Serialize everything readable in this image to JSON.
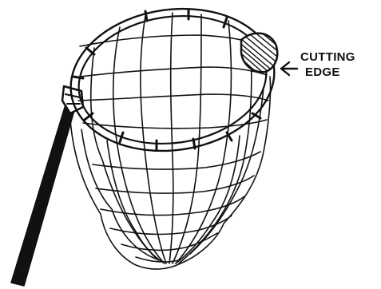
{
  "figure": {
    "subject": "net-with-handle",
    "callout": {
      "label_line1": "CUTTING",
      "label_line2": "EDGE",
      "pointer_icon": "arrow-left-icon"
    }
  },
  "colors": {
    "ink": "#111111",
    "background": "#ffffff"
  }
}
